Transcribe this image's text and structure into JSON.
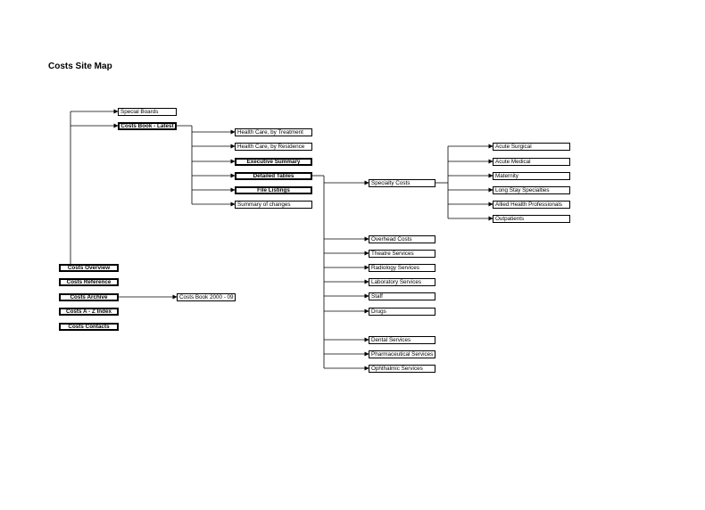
{
  "title": "Costs Site Map",
  "nodes": {
    "special_boards": "Special Boards",
    "costs_book_latest": "Costs Book - Latest",
    "hc_treatment": "Health Care, by Treatment",
    "hc_residence": "Health Care, by Residence",
    "executive_summary": "Executive Summary",
    "detailed_tables": "Detailed Tables",
    "file_listings": "File Listings",
    "summary_of_changes": "Summary of changes",
    "specialty_costs": "Specialty Costs",
    "acute_surgical": "Acute Surgical",
    "acute_medical": "Acute Medical",
    "maternity": "Maternity",
    "long_stay": "Long Stay Specialties",
    "allied_health": "Allied Health Professionals",
    "outpatients": "Outpatients",
    "overhead_costs": "Overhead Costs",
    "theatre_services": "Theatre Services",
    "radiology_services": "Radiology Services",
    "laboratory_services": "Laboratory Services",
    "staff": "Staff",
    "drugs": "Drugs",
    "dental_services": "Dental Services",
    "pharmaceutical_services": "Pharmaceutical Services",
    "ophthalmic_services": "Ophthalmic Services",
    "costs_overview": "Costs Overview",
    "costs_reference": "Costs Reference",
    "costs_archive": "Costs Archive",
    "costs_book_2000_09": "Costs Book 2000 - 09",
    "costs_az_index": "Costs A - Z Index",
    "costs_contacts": "Costs Contacts"
  }
}
